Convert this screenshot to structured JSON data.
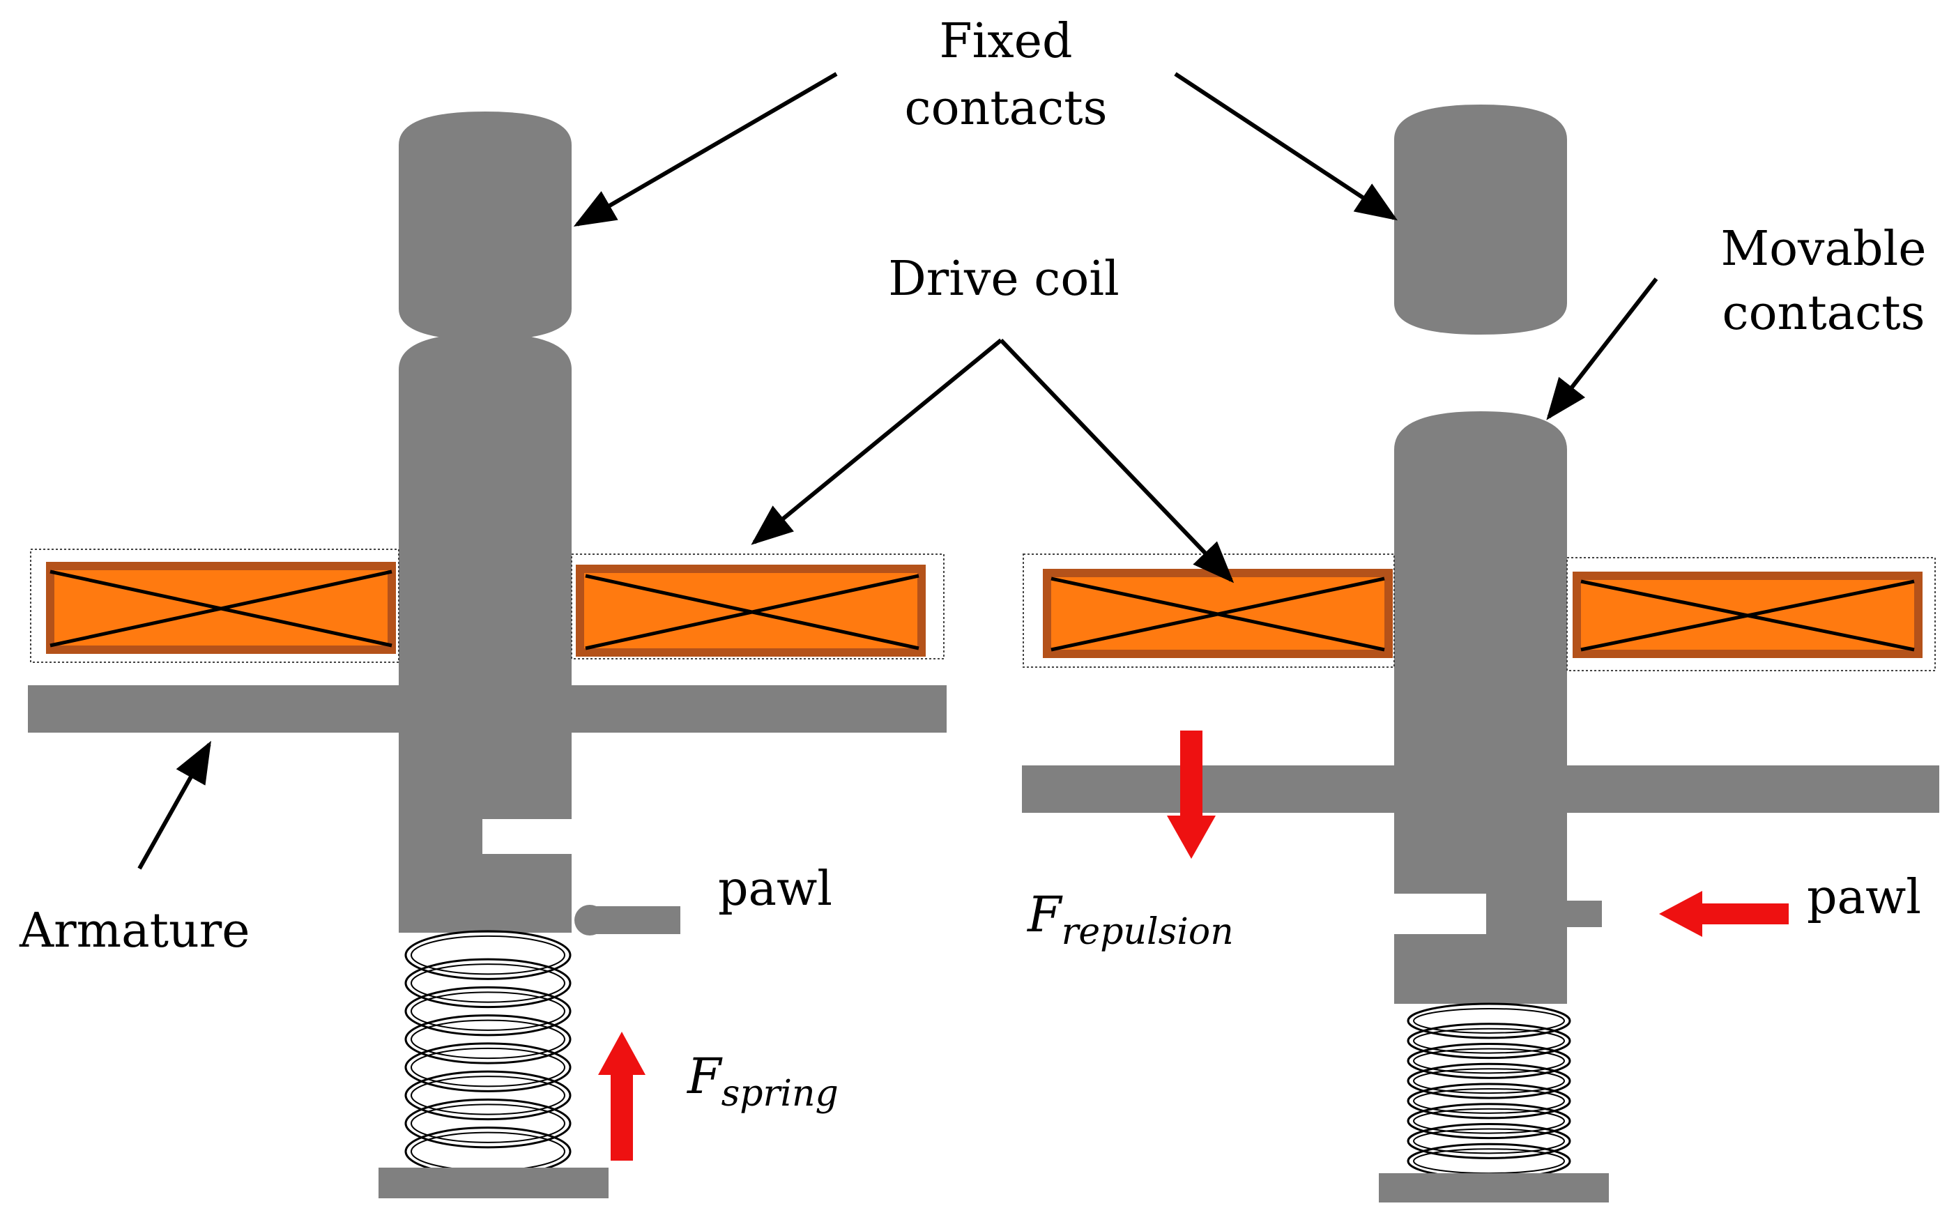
{
  "labels": {
    "fixed_contacts_line1": "Fixed",
    "fixed_contacts_line2": "contacts",
    "drive_coil": "Drive coil",
    "movable_contacts_line1": "Movable",
    "movable_contacts_line2": "contacts",
    "armature": "Armature",
    "pawl_left": "pawl",
    "pawl_right": "pawl",
    "f_spring_main": "F",
    "f_spring_sub": "spring",
    "f_repulsion_main": "F",
    "f_repulsion_sub": "repulsion"
  },
  "colors": {
    "metal": "#808080",
    "coil_fill": "#ff7a10",
    "coil_border": "#b4521a",
    "force_arrow": "#ee1111",
    "line": "#000000"
  }
}
